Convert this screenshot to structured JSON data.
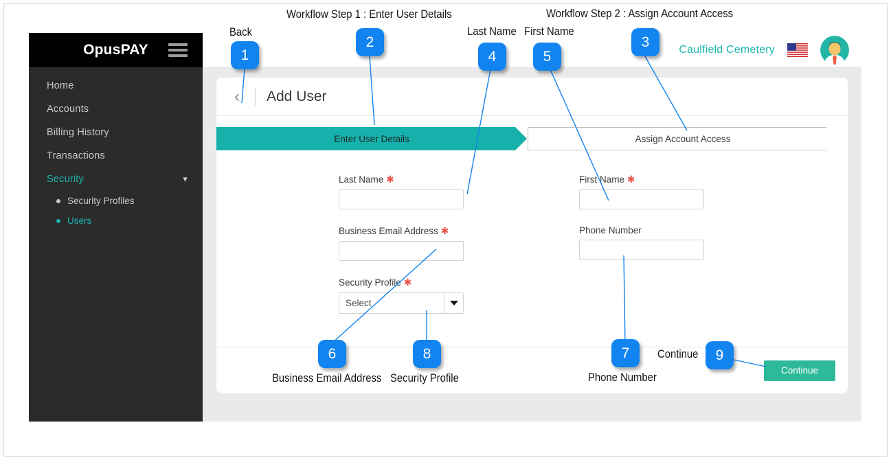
{
  "app": {
    "sidebar": {
      "logo": "OpusPAY",
      "menu_icon": "hamburger-icon",
      "items": [
        {
          "label": "Home",
          "active": false
        },
        {
          "label": "Accounts",
          "active": false
        },
        {
          "label": "Billing History",
          "active": false
        },
        {
          "label": "Transactions",
          "active": false
        },
        {
          "label": "Security",
          "active": true,
          "expanded": true
        }
      ],
      "sub_items": [
        {
          "label": "Security Profiles",
          "active": false
        },
        {
          "label": "Users",
          "active": true
        }
      ]
    },
    "topbar": {
      "org_name": "Caulfield Cemetery",
      "flag_icon": "us-flag-icon",
      "avatar_icon": "user-avatar-icon"
    },
    "page": {
      "back_icon": "back-chevron-icon",
      "title": "Add User"
    },
    "steps": [
      {
        "label": "Enter User Details",
        "active": true
      },
      {
        "label": "Assign Account Access",
        "active": false
      }
    ],
    "form": {
      "last_name": {
        "label": "Last Name",
        "required": true,
        "value": "",
        "placeholder": ""
      },
      "first_name": {
        "label": "First Name",
        "required": true,
        "value": "",
        "placeholder": ""
      },
      "business_email": {
        "label": "Business Email Address",
        "required": true,
        "value": "",
        "placeholder": ""
      },
      "phone_number": {
        "label": "Phone Number",
        "required": false,
        "value": "",
        "placeholder": ""
      },
      "security_profile": {
        "label": "Security Profile",
        "required": true,
        "selected": "Select",
        "caret_icon": "chevron-down-icon"
      }
    },
    "footer": {
      "continue_label": "Continue"
    }
  },
  "annotations": {
    "badges": [
      {
        "n": "1"
      },
      {
        "n": "2"
      },
      {
        "n": "3"
      },
      {
        "n": "4"
      },
      {
        "n": "5"
      },
      {
        "n": "6"
      },
      {
        "n": "7"
      },
      {
        "n": "8"
      },
      {
        "n": "9"
      }
    ],
    "notes": {
      "back": "Back",
      "step1": "Workflow Step 1 : Enter User Details",
      "step2": "Workflow Step 2 : Assign Account Access",
      "last_name": "Last Name",
      "first_name": "First Name",
      "business_email": "Business Email Address",
      "security_profile": "Security Profile",
      "phone_number": "Phone Number",
      "continue": "Continue"
    }
  },
  "colors": {
    "accent_teal": "#17b1ab",
    "button_green": "#2eba9a",
    "badge_blue": "#1184f0",
    "required_red": "#e8544b",
    "sidebar_dark": "#2b2b2b"
  }
}
